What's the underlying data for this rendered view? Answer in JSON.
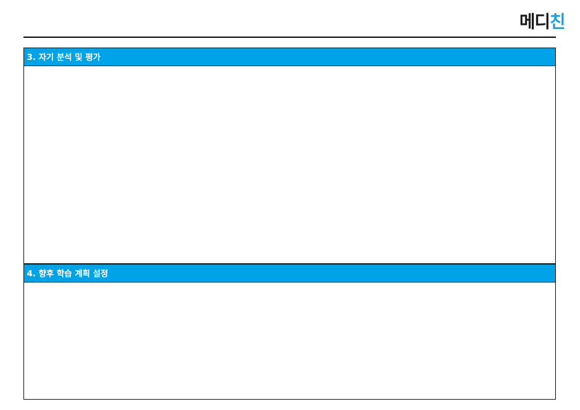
{
  "logo": {
    "part_dark": "메디",
    "part_accent": "친"
  },
  "sections": [
    {
      "title": "3. 자기 분석 및 평가",
      "content": ""
    },
    {
      "title": "4. 향후 학습 계획 설정",
      "content": ""
    }
  ]
}
